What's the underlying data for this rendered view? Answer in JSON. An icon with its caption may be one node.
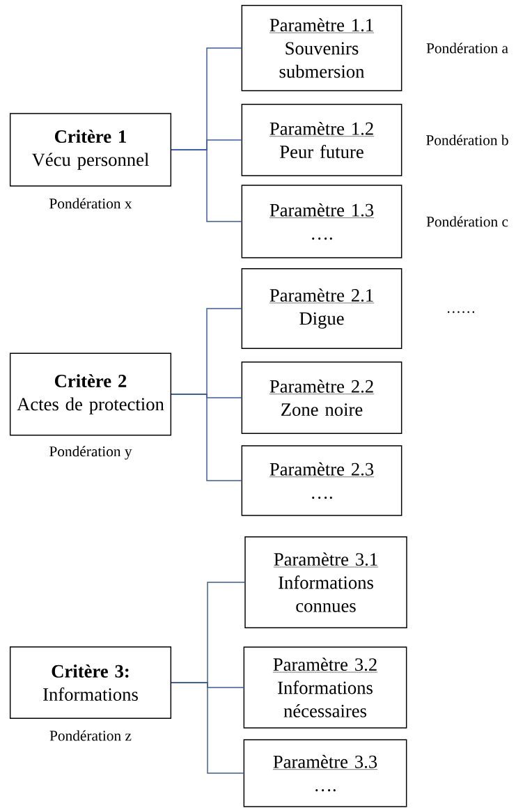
{
  "diagram": {
    "nodes": [
      {
        "text": [
          "Critère 1",
          "Vécu personnel"
        ],
        "beside": [
          "Pondération x"
        ]
      },
      {
        "text": [
          "Paramètre 1.1",
          "Souvenirs submersion"
        ],
        "beside": [
          "Pondération a"
        ]
      },
      {
        "text": [
          "Paramètre 1.2",
          "Peur future"
        ],
        "beside": [
          "Pondération b"
        ]
      },
      {
        "text": [
          "Paramètre 1.3",
          "…."
        ],
        "beside": [
          "Pondération c"
        ]
      },
      {
        "text": [
          "Critère 2",
          "Actes de protection"
        ],
        "beside": [
          "Pondération y"
        ]
      },
      {
        "text": [
          "Paramètre 2.1",
          "Digue"
        ]
      },
      {
        "text": [
          "Paramètre 2.2",
          "Zone noire"
        ]
      },
      {
        "text": [
          "Paramètre 2.3",
          "…."
        ]
      },
      {
        "text": [
          "Critère 3:",
          "Informations"
        ],
        "beside": [
          "Pondération z"
        ]
      },
      {
        "text": [
          "Paramètre 3.1",
          "Informations connues"
        ]
      },
      {
        "text": [
          "Paramètre 3.2",
          "Informations nécessaires"
        ]
      },
      {
        "text": [
          "Paramètre 3.3",
          "…."
        ]
      }
    ],
    "edges": [
      {
        "from": 0,
        "to": 1,
        "arrow": "none"
      },
      {
        "from": 0,
        "to": 2,
        "arrow": "none"
      },
      {
        "from": 0,
        "to": 3,
        "arrow": "none"
      },
      {
        "from": 4,
        "to": 5,
        "arrow": "none"
      },
      {
        "from": 4,
        "to": 6,
        "arrow": "none"
      },
      {
        "from": 4,
        "to": 7,
        "arrow": "none"
      },
      {
        "from": 8,
        "to": 9,
        "arrow": "none"
      },
      {
        "from": 8,
        "to": 10,
        "arrow": "none"
      },
      {
        "from": 8,
        "to": 11,
        "arrow": "none"
      }
    ],
    "labels": [
      "……"
    ]
  }
}
